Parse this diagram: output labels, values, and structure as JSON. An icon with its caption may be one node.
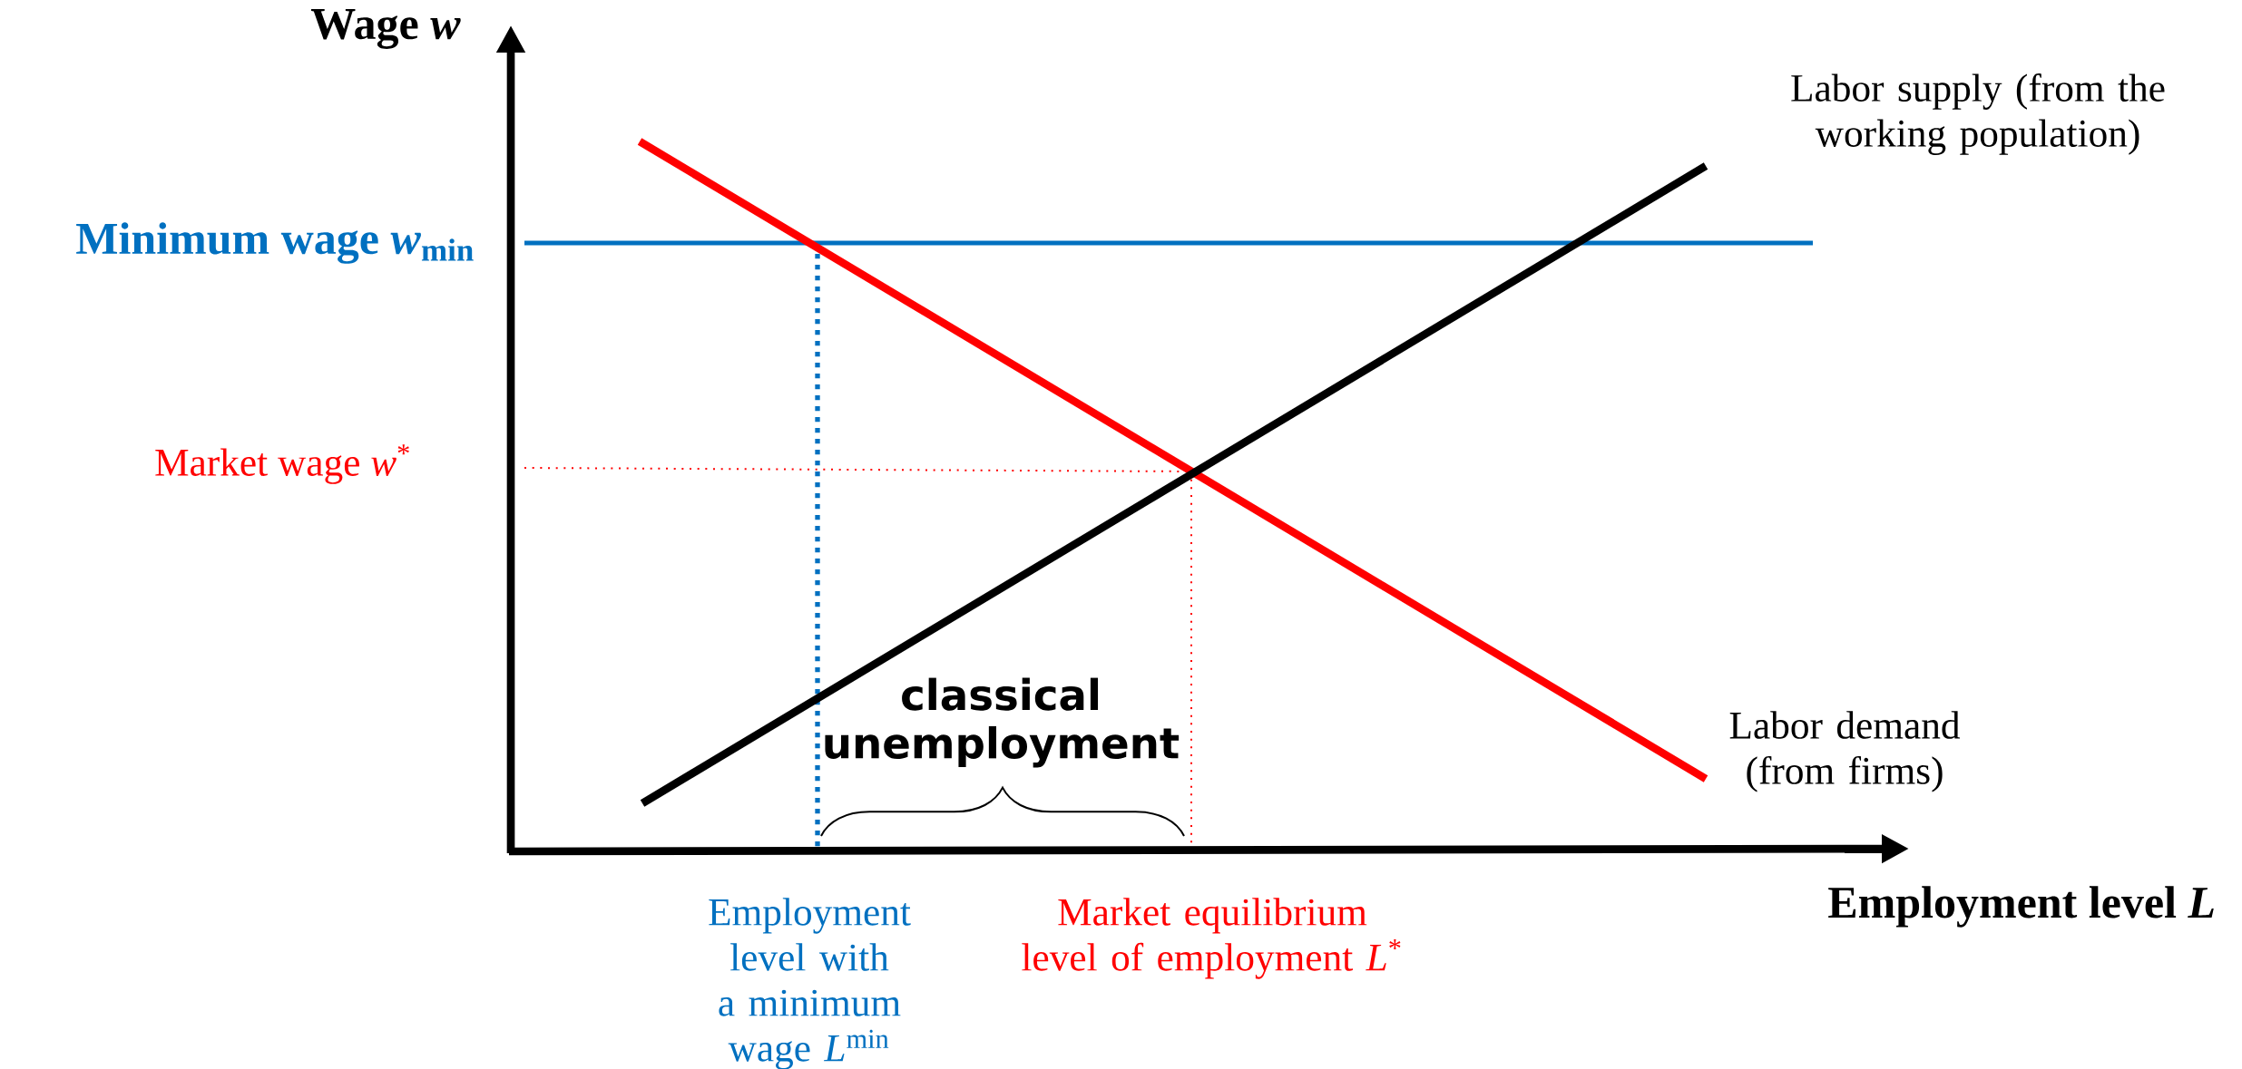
{
  "diagram": {
    "labels": [
      "Wage *w*",
      "Minimum wage *w*$_{min}$",
      "Market wage *w*$^{*}$",
      "Labor supply (from the working population)",
      "classical unemployment",
      "Labor demand (from firms)",
      "Employment level with a minimum wage *L*$^{min}$",
      "Market equilibrium level of employment *L*$^{*}$",
      "Employment level *L*"
    ]
  }
}
